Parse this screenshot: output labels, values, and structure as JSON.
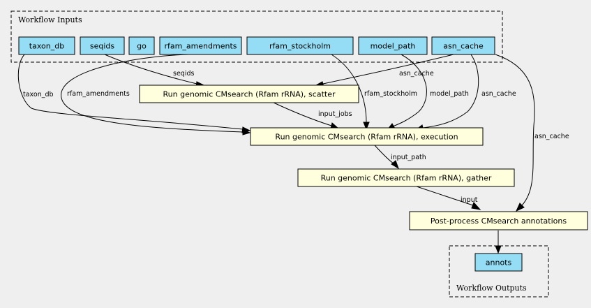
{
  "clusters": {
    "inputs_title": "Workflow Inputs",
    "outputs_title": "Workflow Outputs"
  },
  "inputs": {
    "taxon_db": "taxon_db",
    "seqids": "seqids",
    "go": "go",
    "rfam_amendments": "rfam_amendments",
    "rfam_stockholm": "rfam_stockholm",
    "model_path": "model_path",
    "asn_cache": "asn_cache"
  },
  "steps": {
    "scatter": "Run genomic CMsearch (Rfam rRNA), scatter",
    "execution": "Run genomic CMsearch (Rfam rRNA), execution",
    "gather": "Run genomic CMsearch (Rfam rRNA), gather",
    "postprocess": "Post-process CMsearch annotations"
  },
  "outputs": {
    "annots": "annots"
  },
  "edges": {
    "taxon_db": "taxon_db",
    "rfam_amendments": "rfam_amendments",
    "seqids": "seqids",
    "asn_cache_scatter": "asn_cache",
    "rfam_stockholm": "rfam_stockholm",
    "model_path": "model_path",
    "asn_cache_exec": "asn_cache",
    "input_jobs": "input_jobs",
    "input_path": "input_path",
    "asn_cache_post": "asn_cache",
    "input": "input"
  }
}
